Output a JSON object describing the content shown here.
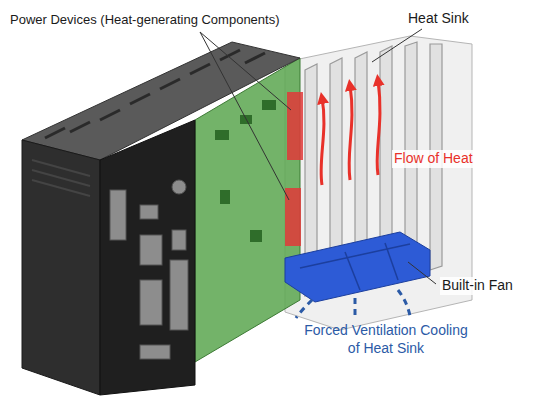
{
  "diagram": {
    "labels": [
      "Power Devices (Heat-generating Components)",
      "Heat Sink",
      "Flow of Heat",
      "Built-in Fan",
      "Forced Ventilation Cooling of Heat Sink"
    ]
  }
}
